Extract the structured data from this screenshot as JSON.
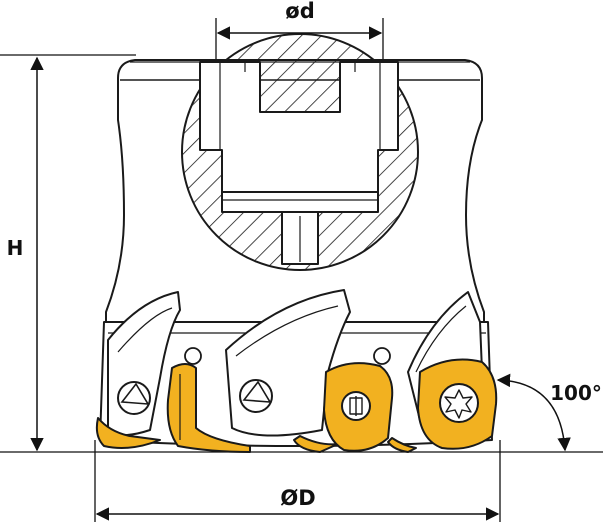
{
  "labels": {
    "bore_diameter": "ød",
    "height": "H",
    "outer_diameter": "ØD",
    "angle": "100°"
  },
  "colors": {
    "outline": "#1a1a1a",
    "body_fill": "#ffffff",
    "insert_fill": "#f2b120",
    "insert_shadow": "#d4940c",
    "dimension": "#111111"
  }
}
